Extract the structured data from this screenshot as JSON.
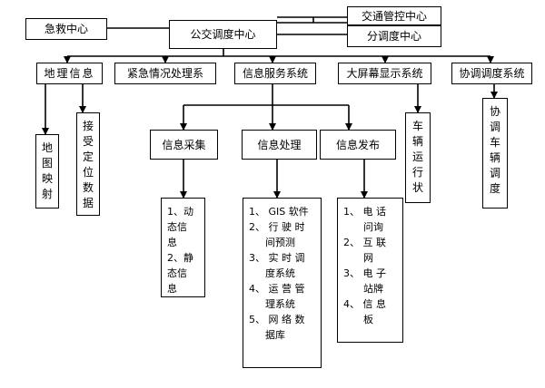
{
  "top": {
    "emergency": "急救中心",
    "bus_center": "公交调度中心",
    "traffic": "交通管控中心",
    "sub_dispatch": "分调度中心"
  },
  "level1": {
    "geo": "地理信息",
    "emergency_sys": "紧急情况处理系",
    "info_service": "信息服务系统",
    "big_screen": "大屏幕显示系统",
    "coordination": "协调调度系统"
  },
  "geo_children": {
    "map": [
      "地",
      "图",
      "映",
      "射"
    ],
    "receive": [
      "接",
      "受",
      "定",
      "位",
      "数",
      "据"
    ]
  },
  "screen_child": [
    "车",
    "辆",
    "运",
    "行",
    "状"
  ],
  "coord_child": [
    "协",
    "调",
    "车",
    "辆",
    "调",
    "度"
  ],
  "info_subsystems": {
    "collect": "信息采集",
    "process": "信息处理",
    "publish": "信息发布"
  },
  "collect_list": [
    "1、动",
    "态信",
    "息",
    "2、静",
    "态信",
    "息"
  ],
  "process_list": [
    "1、 GIS 软件",
    "2、 行 驶 时",
    "间预测",
    "3、 实 时 调",
    "度系统",
    "4、 运 营 管",
    "理系统",
    "5、 网 络 数",
    "据库"
  ],
  "publish_list": [
    "1、 电  话",
    "问询",
    "2、 互  联",
    "网",
    "3、 电  子",
    "站牌",
    "4、 信  息",
    "板"
  ]
}
